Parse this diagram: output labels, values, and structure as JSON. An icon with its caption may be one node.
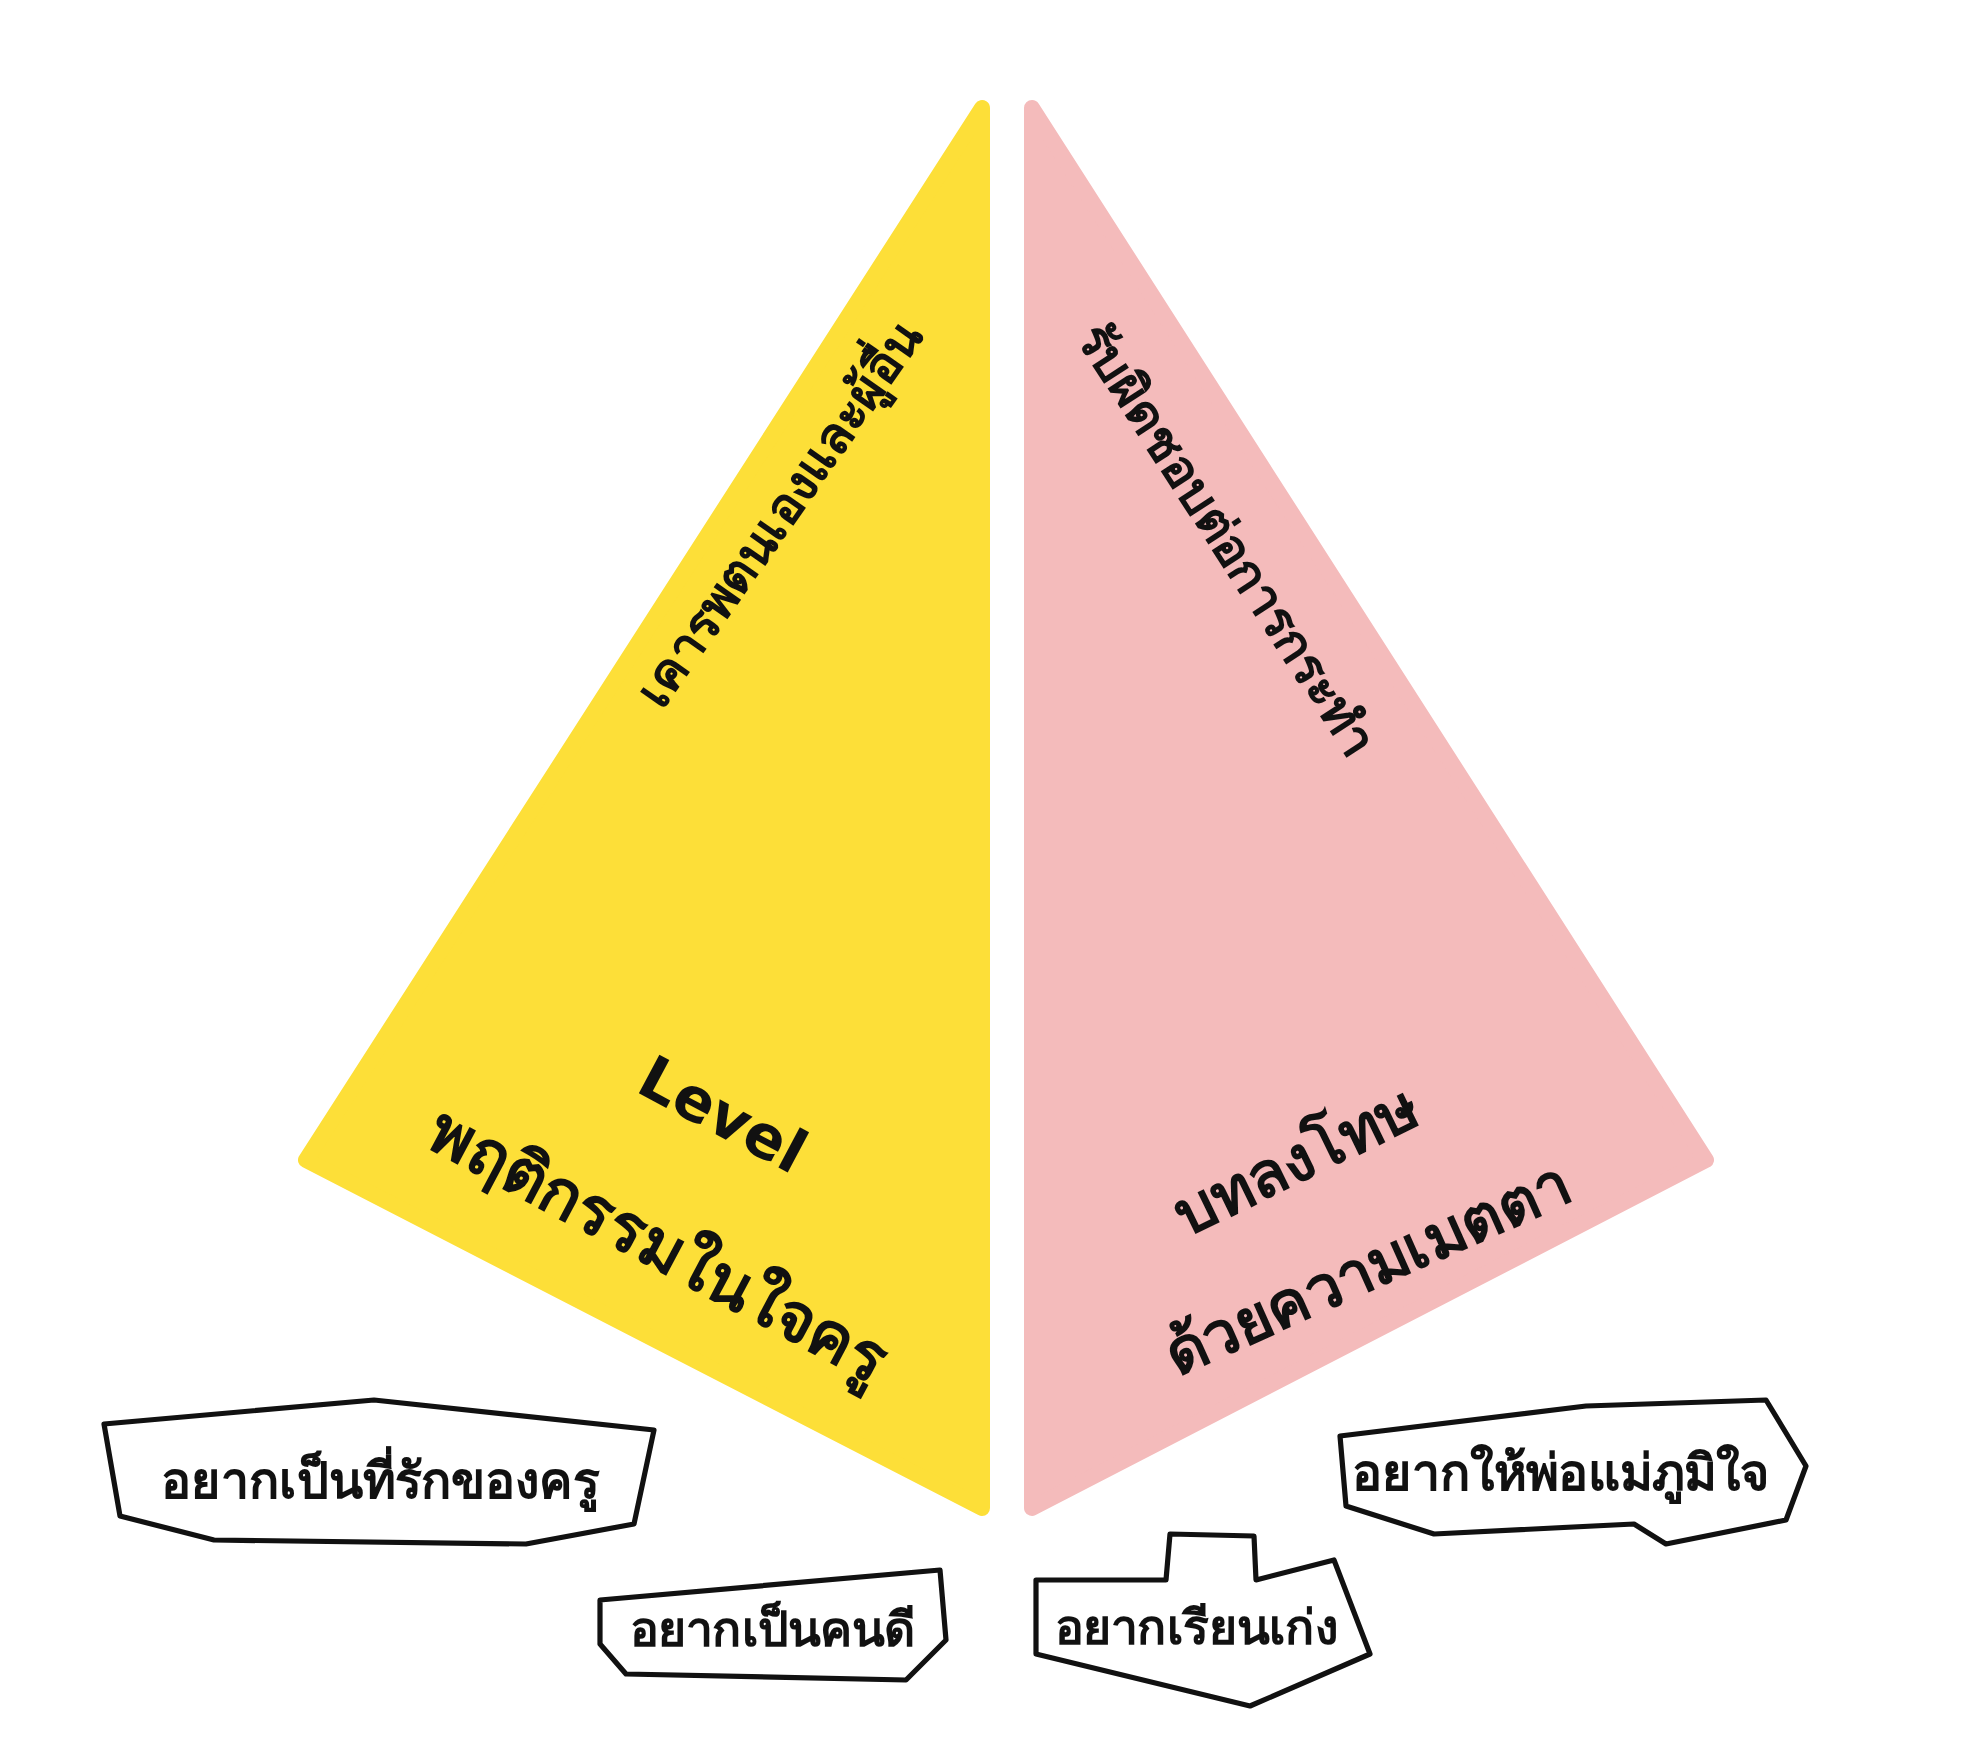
{
  "diagram": {
    "nodes": [
      {
        "text": [
          "เคารพตนเองและผู้อื่น",
          "Level",
          "พฤติกรรมในใจครู"
        ]
      },
      {
        "text": [
          "รับผิดชอบต่อการกระทำ",
          "บทลงโทษ",
          "ด้วยความเมตตา"
        ]
      },
      {
        "text": [
          "อยากเป็นที่รักของครู"
        ]
      },
      {
        "text": [
          "อยากเป็นคนดี"
        ]
      },
      {
        "text": [
          "อยากเรียนเก่ง"
        ]
      },
      {
        "text": [
          "อยากให้พ่อแม่ภูมิใจ"
        ]
      }
    ]
  }
}
